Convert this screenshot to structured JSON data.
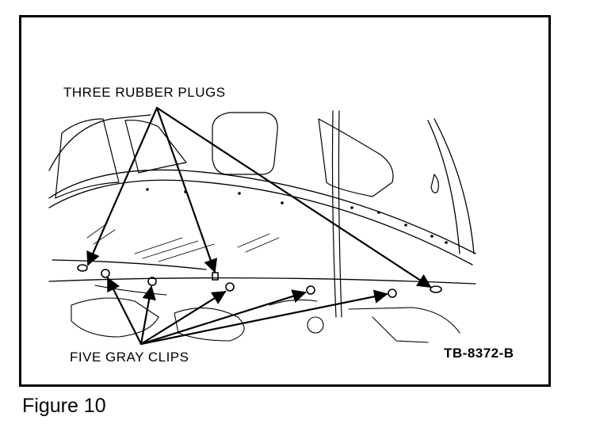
{
  "diagram": {
    "labels": {
      "rubber_plugs": "THREE RUBBER PLUGS",
      "gray_clips": "FIVE GRAY CLIPS",
      "figure_code": "TB-8372-B"
    },
    "caption": "Figure 10",
    "colors": {
      "line": "#000000",
      "background": "#ffffff"
    }
  }
}
